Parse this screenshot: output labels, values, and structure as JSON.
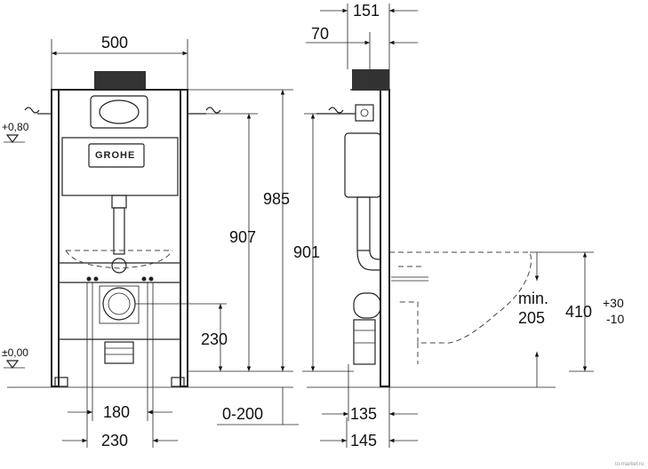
{
  "front_view": {
    "dim_width": "500",
    "dim_height_985": "985",
    "dim_height_907": "907",
    "dim_230_height": "230",
    "dim_180": "180",
    "dim_230_width": "230",
    "dim_0_200": "0-200",
    "level_top": "+0,80",
    "level_floor": "±0,00",
    "brand_logo": "GROHE"
  },
  "side_view": {
    "dim_151": "151",
    "dim_70": "70",
    "dim_901": "901",
    "dim_135": "135",
    "dim_145": "145",
    "dim_min_label": "min.",
    "dim_min_value": "205",
    "dim_410": "410",
    "tol_plus": "+30",
    "tol_minus": "-10"
  },
  "watermark": "to-market.ru"
}
